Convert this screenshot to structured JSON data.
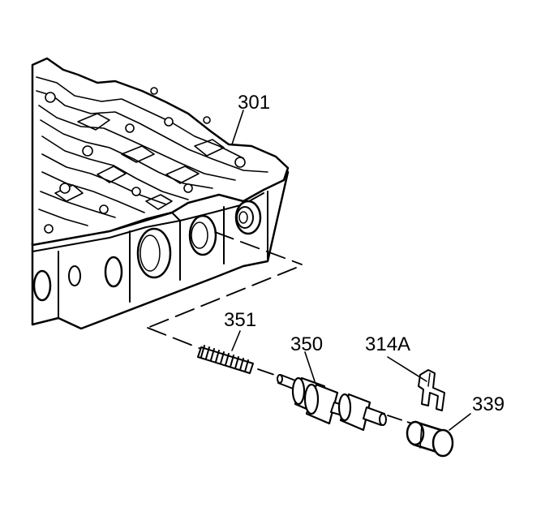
{
  "labels": {
    "valve_body": "301",
    "spring": "351",
    "valve": "350",
    "retainer": "314A",
    "plug": "339"
  }
}
